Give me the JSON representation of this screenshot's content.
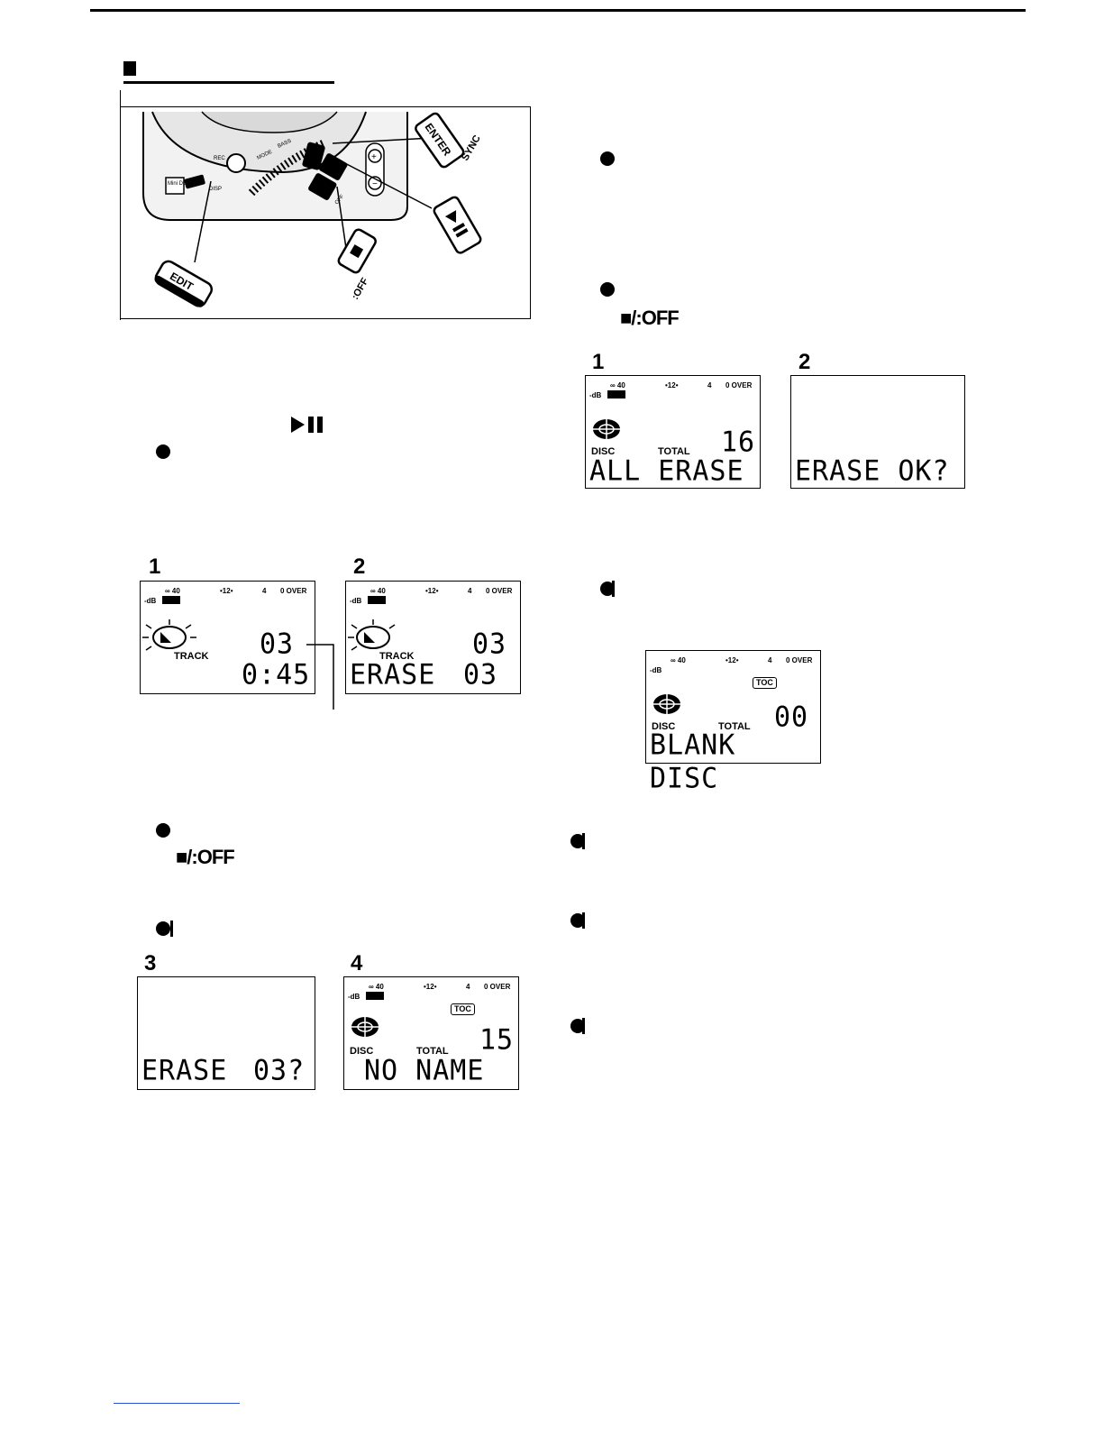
{
  "illustration": {
    "labels": {
      "enter": "ENTER",
      "sync": "SYNC",
      "edit": "EDIT",
      "stop_off": ":OFF",
      "minidisc": "Mini Disc",
      "rec": "REC",
      "mode": "MODE",
      "bass": "BASS",
      "disp": "DISP",
      "off_small": "OFF"
    }
  },
  "left": {
    "play_pause_symbol": "▶II",
    "stop_off_label": "■/:OFF",
    "panel_1": {
      "number": "1",
      "scale": {
        "inf": "∞ 40",
        "twelve": "•12•",
        "four": "4",
        "over": "0 OVER",
        "db": "-dB"
      },
      "track_label": "TRACK",
      "track_no": "03",
      "bottom": "0:45"
    },
    "panel_2": {
      "number": "2",
      "scale": {
        "inf": "∞ 40",
        "twelve": "•12•",
        "four": "4",
        "over": "0 OVER",
        "db": "-dB"
      },
      "track_label": "TRACK",
      "track_no": "03",
      "bottom_left": "ERASE",
      "bottom_right": "03"
    },
    "panel_3": {
      "number": "3",
      "bottom_left": "ERASE",
      "bottom_right": "03?"
    },
    "panel_4": {
      "number": "4",
      "scale": {
        "inf": "∞ 40",
        "twelve": "•12•",
        "four": "4",
        "over": "0 OVER",
        "db": "-dB"
      },
      "toc": "TOC",
      "disc_label": "DISC",
      "total_label": "TOTAL",
      "total": "15",
      "bottom": "NO NAME"
    }
  },
  "right": {
    "stop_off_label": "■/:OFF",
    "panel_1": {
      "number": "1",
      "scale": {
        "inf": "∞ 40",
        "twelve": "•12•",
        "four": "4",
        "over": "0 OVER",
        "db": "-dB"
      },
      "disc_label": "DISC",
      "total_label": "TOTAL",
      "total": "16",
      "bottom": "ALL ERASE"
    },
    "panel_2": {
      "number": "2",
      "bottom": "ERASE OK?"
    },
    "panel_blank": {
      "scale": {
        "inf": "∞ 40",
        "twelve": "•12•",
        "four": "4",
        "over": "0 OVER",
        "db": "-dB"
      },
      "toc": "TOC",
      "disc_label": "DISC",
      "total_label": "TOTAL",
      "total": "00",
      "bottom": "BLANK DISC"
    }
  }
}
